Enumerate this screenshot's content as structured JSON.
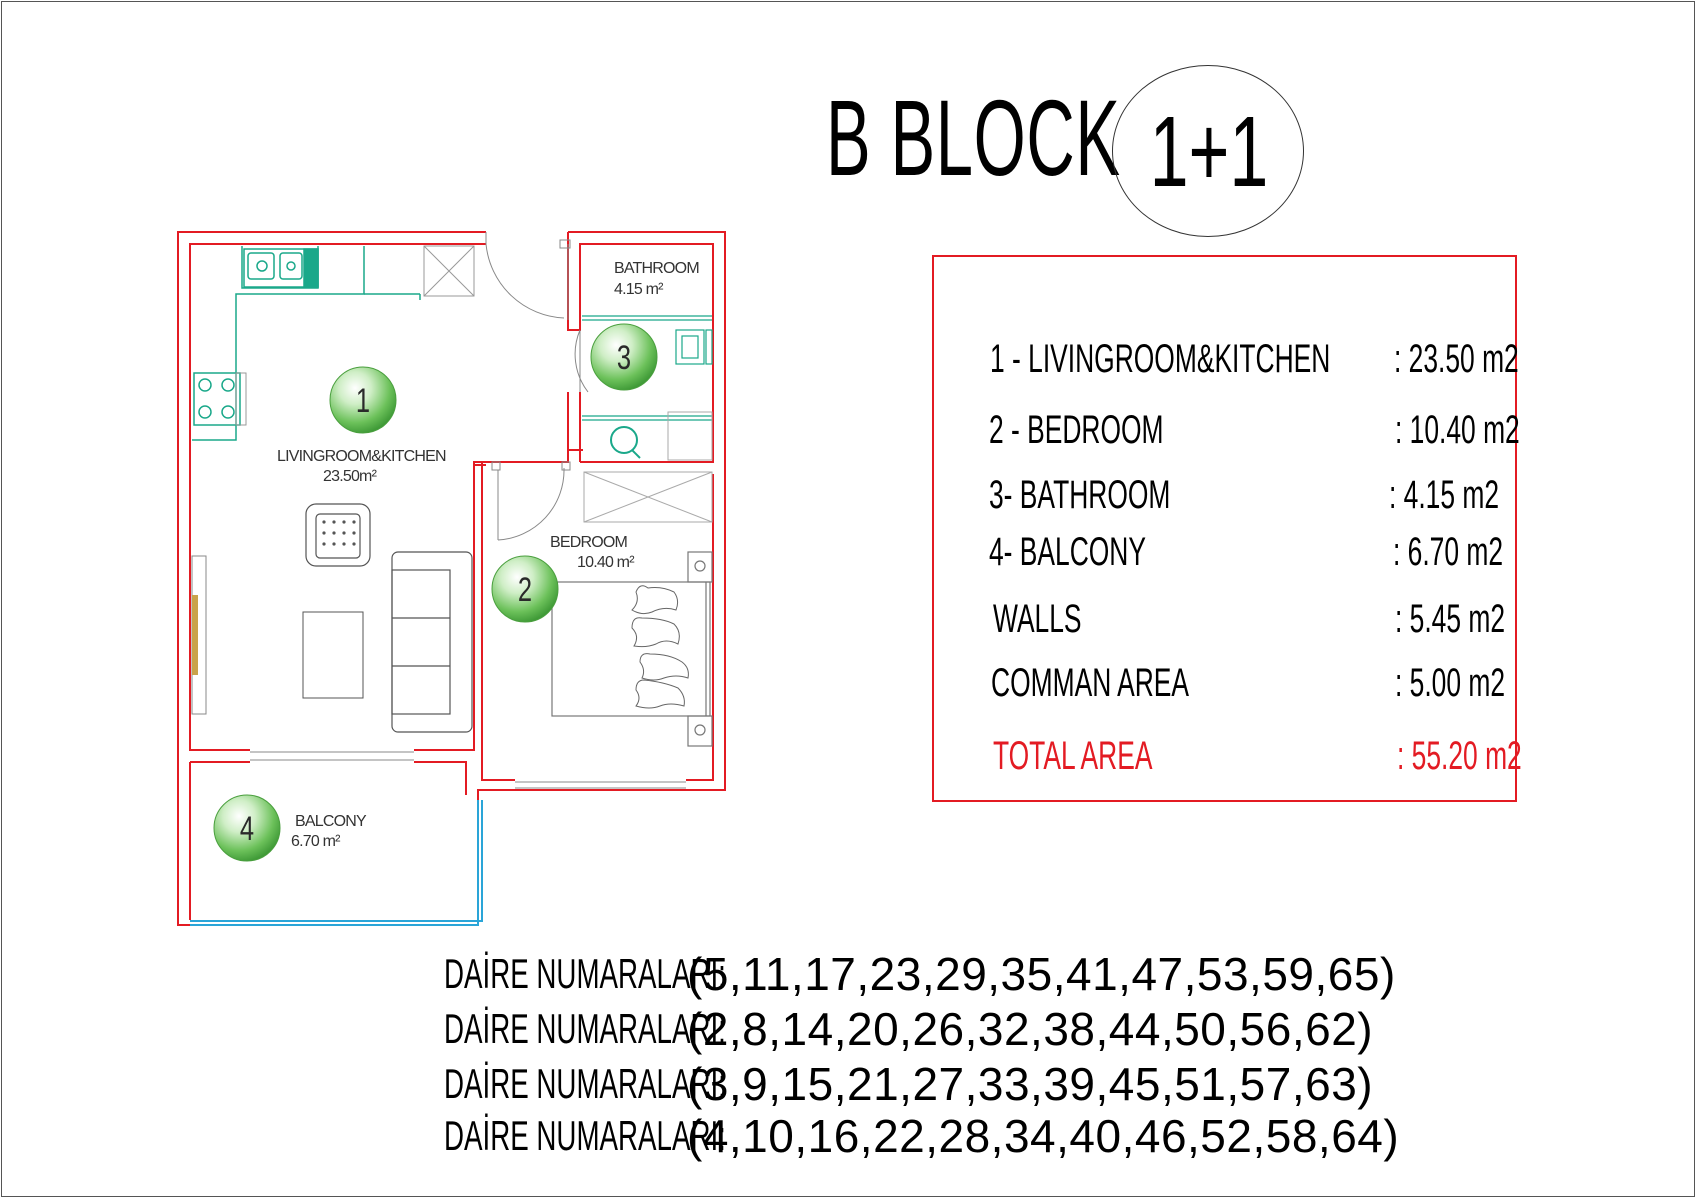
{
  "title": "B BLOCK",
  "unit_type": "1+1",
  "rooms": [
    {
      "number": "1",
      "name": "LIVINGROOM&KITCHEN",
      "area": "23.50m²"
    },
    {
      "number": "2",
      "name": "BEDROOM",
      "area": "10.40 m²"
    },
    {
      "number": "3",
      "name": "BATHROOM",
      "area": "4.15 m²"
    },
    {
      "number": "4",
      "name": "BALCONY",
      "area": "6.70 m²"
    }
  ],
  "area_table": {
    "rows": [
      {
        "name": "1 - LIVINGROOM&KITCHEN",
        "value": ": 23.50 m2"
      },
      {
        "name": "2 - BEDROOM",
        "value": ": 10.40 m2"
      },
      {
        "name": "3- BATHROOM",
        "value": ":  4.15 m2"
      },
      {
        "name": "4- BALCONY",
        "value": ": 6.70 m2"
      },
      {
        "name": "WALLS",
        "value": ":   5.45 m2"
      },
      {
        "name": "COMMAN AREA",
        "value": ": 5.00 m2"
      }
    ],
    "total": {
      "name": "TOTAL AREA",
      "value": ": 55.20 m2"
    }
  },
  "unit_numbers": [
    {
      "label": "DAİRE NUMARALARI:",
      "numbers": "(5,11,17,23,29,35,41,47,53,59,65)"
    },
    {
      "label": "DAİRE NUMARALARI:",
      "numbers": "(2,8,14,20,26,32,38,44,50,56,62)"
    },
    {
      "label": "DAİRE NUMARALARI:",
      "numbers": "(3,9,15,21,27,33,39,45,51,57,63)"
    },
    {
      "label": "DAİRE NUMARALARI:",
      "numbers": "(4,10,16,22,28,34,40,46,52,58,64)"
    }
  ],
  "colors": {
    "wall": "#e31b23",
    "kitchen": "#1aa88a",
    "window": "#2aa5d8",
    "badge": "#5cb85c",
    "total": "#e31b23"
  }
}
